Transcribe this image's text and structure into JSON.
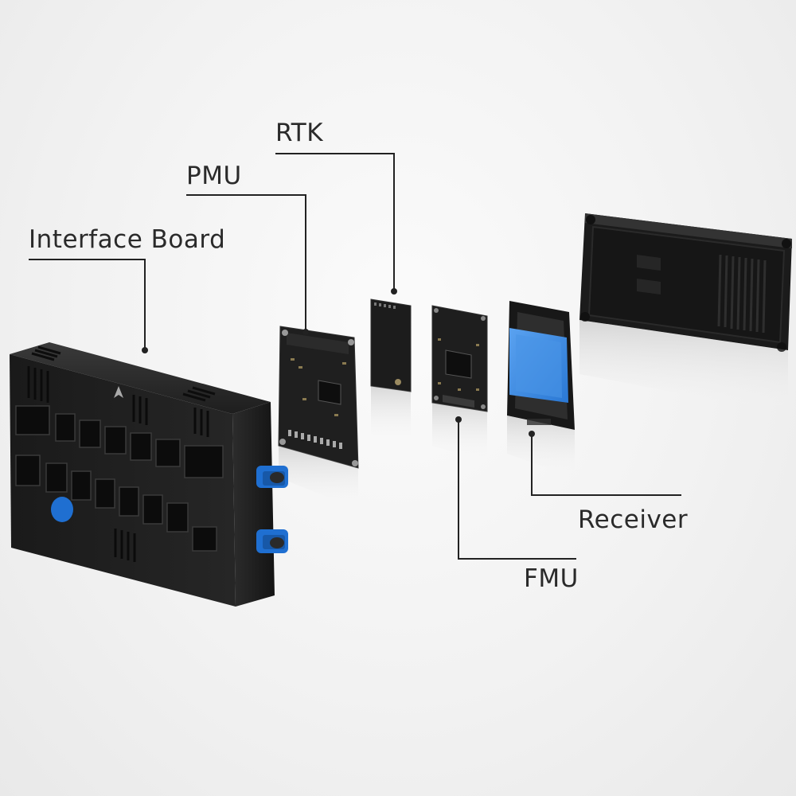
{
  "labels": {
    "rtk": "RTK",
    "pmu": "PMU",
    "interface_board": "Interface Board",
    "receiver": "Receiver",
    "fmu": "FMU"
  },
  "colors": {
    "housing": "#1c1c1c",
    "pcb": "#202020",
    "connector_blue": "#1f6fd1",
    "receiver_blue": "#3a8be0",
    "leader_line": "#222222",
    "text": "#2a2a2a"
  }
}
